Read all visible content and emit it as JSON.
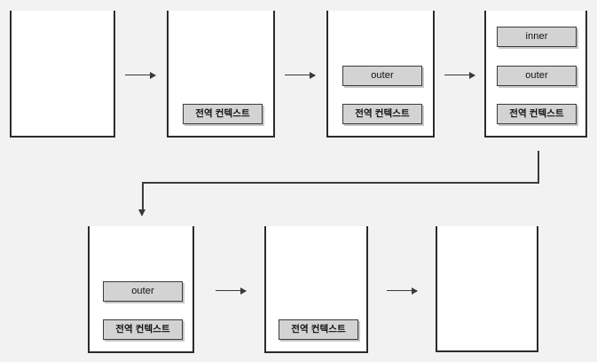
{
  "diagram": {
    "type": "call-stack-sequence",
    "background_color": "#f2f2f2",
    "box_fill_color": "#ffffff",
    "box_border_color": "#2b2b2b",
    "frame_fill_color": "#d3d3d3",
    "frame_border_color": "#3a3a3a",
    "arrow_color": "#3a3a3a",
    "labels": {
      "global_context": "전역 컨텍스트",
      "outer": "outer",
      "inner": "inner"
    },
    "top_row": [
      {
        "name": "stack-step-1",
        "frames": []
      },
      {
        "name": "stack-step-2",
        "frames": [
          "전역 컨텍스트"
        ]
      },
      {
        "name": "stack-step-3",
        "frames": [
          "전역 컨텍스트",
          "outer"
        ]
      },
      {
        "name": "stack-step-4",
        "frames": [
          "전역 컨텍스트",
          "outer",
          "inner"
        ]
      }
    ],
    "bottom_row": [
      {
        "name": "stack-step-5",
        "frames": [
          "전역 컨텍스트",
          "outer"
        ]
      },
      {
        "name": "stack-step-6",
        "frames": [
          "전역 컨텍스트"
        ]
      },
      {
        "name": "stack-step-7",
        "frames": []
      }
    ]
  }
}
